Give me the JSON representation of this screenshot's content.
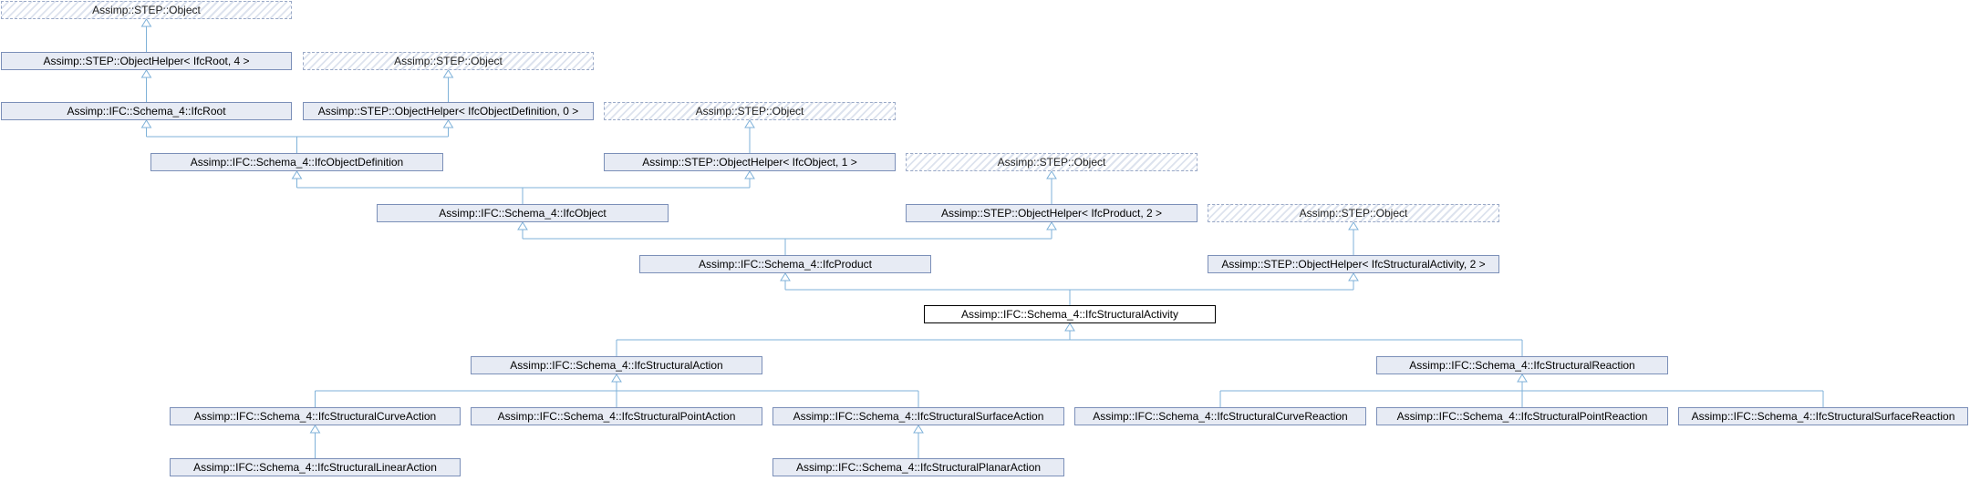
{
  "diagram": {
    "title": "",
    "colors": {
      "node_fill": "#e7ebf4",
      "node_border": "#7b8fb8",
      "edge": "#7fb2d9",
      "current_border": "#000000"
    },
    "nodes": [
      {
        "id": "o1",
        "label": "Assimp::STEP::Object",
        "kind": "external"
      },
      {
        "id": "h1",
        "label": "Assimp::STEP::ObjectHelper< IfcRoot, 4 >",
        "kind": "normal"
      },
      {
        "id": "o2",
        "label": "Assimp::STEP::Object",
        "kind": "external"
      },
      {
        "id": "root",
        "label": "Assimp::IFC::Schema_4::IfcRoot",
        "kind": "normal"
      },
      {
        "id": "h2",
        "label": "Assimp::STEP::ObjectHelper< IfcObjectDefinition, 0 >",
        "kind": "normal"
      },
      {
        "id": "o3",
        "label": "Assimp::STEP::Object",
        "kind": "external"
      },
      {
        "id": "objdef",
        "label": "Assimp::IFC::Schema_4::IfcObjectDefinition",
        "kind": "normal"
      },
      {
        "id": "h3",
        "label": "Assimp::STEP::ObjectHelper< IfcObject, 1 >",
        "kind": "normal"
      },
      {
        "id": "o4",
        "label": "Assimp::STEP::Object",
        "kind": "external"
      },
      {
        "id": "obj",
        "label": "Assimp::IFC::Schema_4::IfcObject",
        "kind": "normal"
      },
      {
        "id": "h4",
        "label": "Assimp::STEP::ObjectHelper< IfcProduct, 2 >",
        "kind": "normal"
      },
      {
        "id": "o5",
        "label": "Assimp::STEP::Object",
        "kind": "external"
      },
      {
        "id": "prod",
        "label": "Assimp::IFC::Schema_4::IfcProduct",
        "kind": "normal"
      },
      {
        "id": "h5",
        "label": "Assimp::STEP::ObjectHelper< IfcStructuralActivity, 2 >",
        "kind": "normal"
      },
      {
        "id": "act",
        "label": "Assimp::IFC::Schema_4::IfcStructuralActivity",
        "kind": "current"
      },
      {
        "id": "sa",
        "label": "Assimp::IFC::Schema_4::IfcStructuralAction",
        "kind": "normal"
      },
      {
        "id": "sr",
        "label": "Assimp::IFC::Schema_4::IfcStructuralReaction",
        "kind": "normal"
      },
      {
        "id": "sca",
        "label": "Assimp::IFC::Schema_4::IfcStructuralCurveAction",
        "kind": "normal"
      },
      {
        "id": "spa",
        "label": "Assimp::IFC::Schema_4::IfcStructuralPointAction",
        "kind": "normal"
      },
      {
        "id": "ssa",
        "label": "Assimp::IFC::Schema_4::IfcStructuralSurfaceAction",
        "kind": "normal"
      },
      {
        "id": "scr",
        "label": "Assimp::IFC::Schema_4::IfcStructuralCurveReaction",
        "kind": "normal"
      },
      {
        "id": "spr",
        "label": "Assimp::IFC::Schema_4::IfcStructuralPointReaction",
        "kind": "normal"
      },
      {
        "id": "ssr",
        "label": "Assimp::IFC::Schema_4::IfcStructuralSurfaceReaction",
        "kind": "normal"
      },
      {
        "id": "sla",
        "label": "Assimp::IFC::Schema_4::IfcStructuralLinearAction",
        "kind": "normal"
      },
      {
        "id": "spla",
        "label": "Assimp::IFC::Schema_4::IfcStructuralPlanarAction",
        "kind": "normal"
      }
    ],
    "edges": [
      {
        "parent": "o1",
        "children": [
          "h1"
        ]
      },
      {
        "parent": "h1",
        "children": [
          "root"
        ]
      },
      {
        "parent": "o2",
        "children": [
          "h2"
        ]
      },
      {
        "parent": "root",
        "children": [
          "objdef"
        ]
      },
      {
        "parent": "h2",
        "children": [
          "objdef"
        ]
      },
      {
        "parent": "o3",
        "children": [
          "h3"
        ]
      },
      {
        "parent": "objdef",
        "children": [
          "obj"
        ]
      },
      {
        "parent": "h3",
        "children": [
          "obj"
        ]
      },
      {
        "parent": "o4",
        "children": [
          "h4"
        ]
      },
      {
        "parent": "obj",
        "children": [
          "prod"
        ]
      },
      {
        "parent": "h4",
        "children": [
          "prod"
        ]
      },
      {
        "parent": "o5",
        "children": [
          "h5"
        ]
      },
      {
        "parent": "prod",
        "children": [
          "act"
        ]
      },
      {
        "parent": "h5",
        "children": [
          "act"
        ]
      },
      {
        "parent": "act",
        "children": [
          "sa",
          "sr"
        ]
      },
      {
        "parent": "sa",
        "children": [
          "sca",
          "spa",
          "ssa"
        ]
      },
      {
        "parent": "sr",
        "children": [
          "scr",
          "spr",
          "ssr"
        ]
      },
      {
        "parent": "sca",
        "children": [
          "sla"
        ]
      },
      {
        "parent": "ssa",
        "children": [
          "spla"
        ]
      }
    ]
  }
}
